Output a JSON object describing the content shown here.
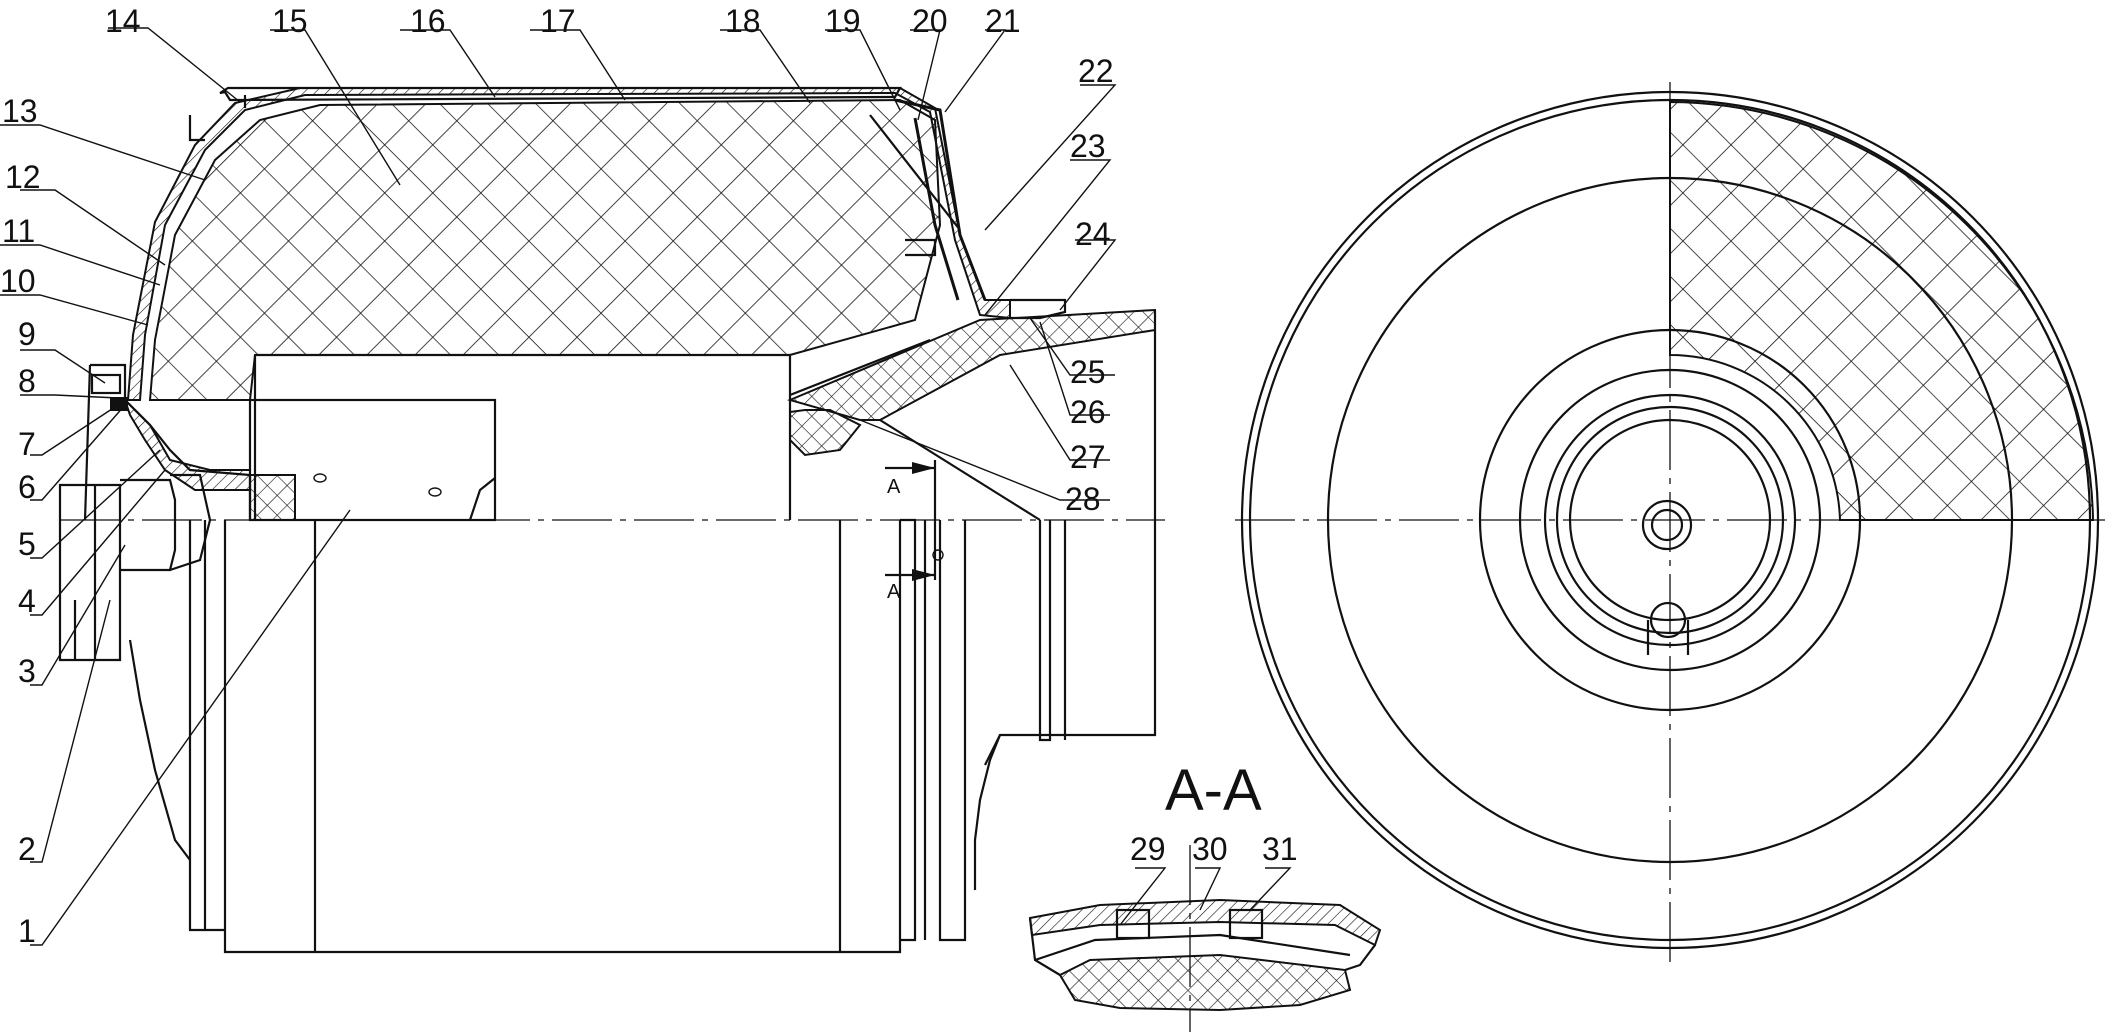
{
  "part_labels": [
    "1",
    "2",
    "3",
    "4",
    "5",
    "6",
    "7",
    "8",
    "9",
    "10",
    "11",
    "12",
    "13",
    "14",
    "15",
    "16",
    "17",
    "18",
    "19",
    "20",
    "21",
    "22",
    "23",
    "24",
    "25",
    "26",
    "27",
    "28",
    "29",
    "30",
    "31"
  ],
  "section": {
    "title": "A-A",
    "marker_top": "A",
    "marker_bottom": "A"
  },
  "colors": {
    "line": "#111111",
    "background": "#ffffff"
  }
}
